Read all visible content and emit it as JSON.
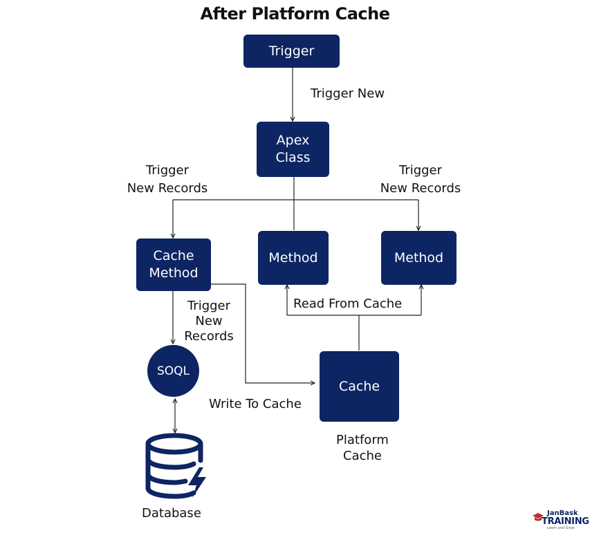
{
  "title": "After Platform Cache",
  "nodes": {
    "trigger": "Trigger",
    "apex_class": "Apex\nClass",
    "cache_method": "Cache\nMethod",
    "method_1": "Method",
    "method_2": "Method",
    "soql": "SOQL",
    "cache": "Cache"
  },
  "labels": {
    "trigger_new": "Trigger New",
    "left_trigger_new_records": "Trigger\nNew Records",
    "right_trigger_new_records": "Trigger\nNew Records",
    "soql_trigger_new_records": "Trigger\nNew\nRecords",
    "read_from_cache": "Read From Cache",
    "write_to_cache": "Write To Cache",
    "platform_cache": "Platform\nCache",
    "database": "Database"
  },
  "icons": {
    "database": "database-bolt-icon",
    "brand_logo": "graduation-cap-icon"
  },
  "brand": {
    "name_top": "JanBask",
    "name_main": "TRAINING",
    "tagline": "Learn and Grow"
  },
  "colors": {
    "node_fill": "#0d2563",
    "node_text": "#ffffff",
    "line": "#222222"
  }
}
